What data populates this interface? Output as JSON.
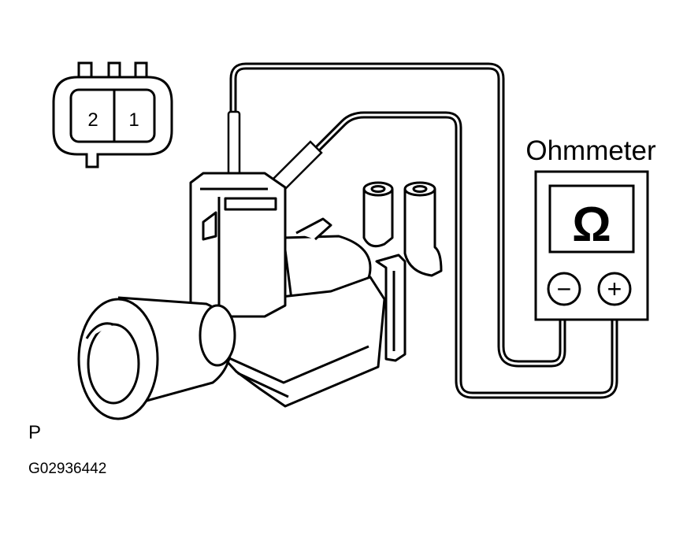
{
  "labels": {
    "meter_title": "Ohmmeter",
    "meter_symbol": "Ω",
    "minus_symbol": "−",
    "plus_symbol": "+",
    "terminal_1": "1",
    "terminal_2": "2",
    "view_marker": "P",
    "figure_code": "G02936442"
  },
  "colors": {
    "line": "#000000",
    "background": "#ffffff"
  },
  "icons": [
    "connector-face-icon",
    "vsv-valve-icon",
    "ohmmeter-icon"
  ]
}
